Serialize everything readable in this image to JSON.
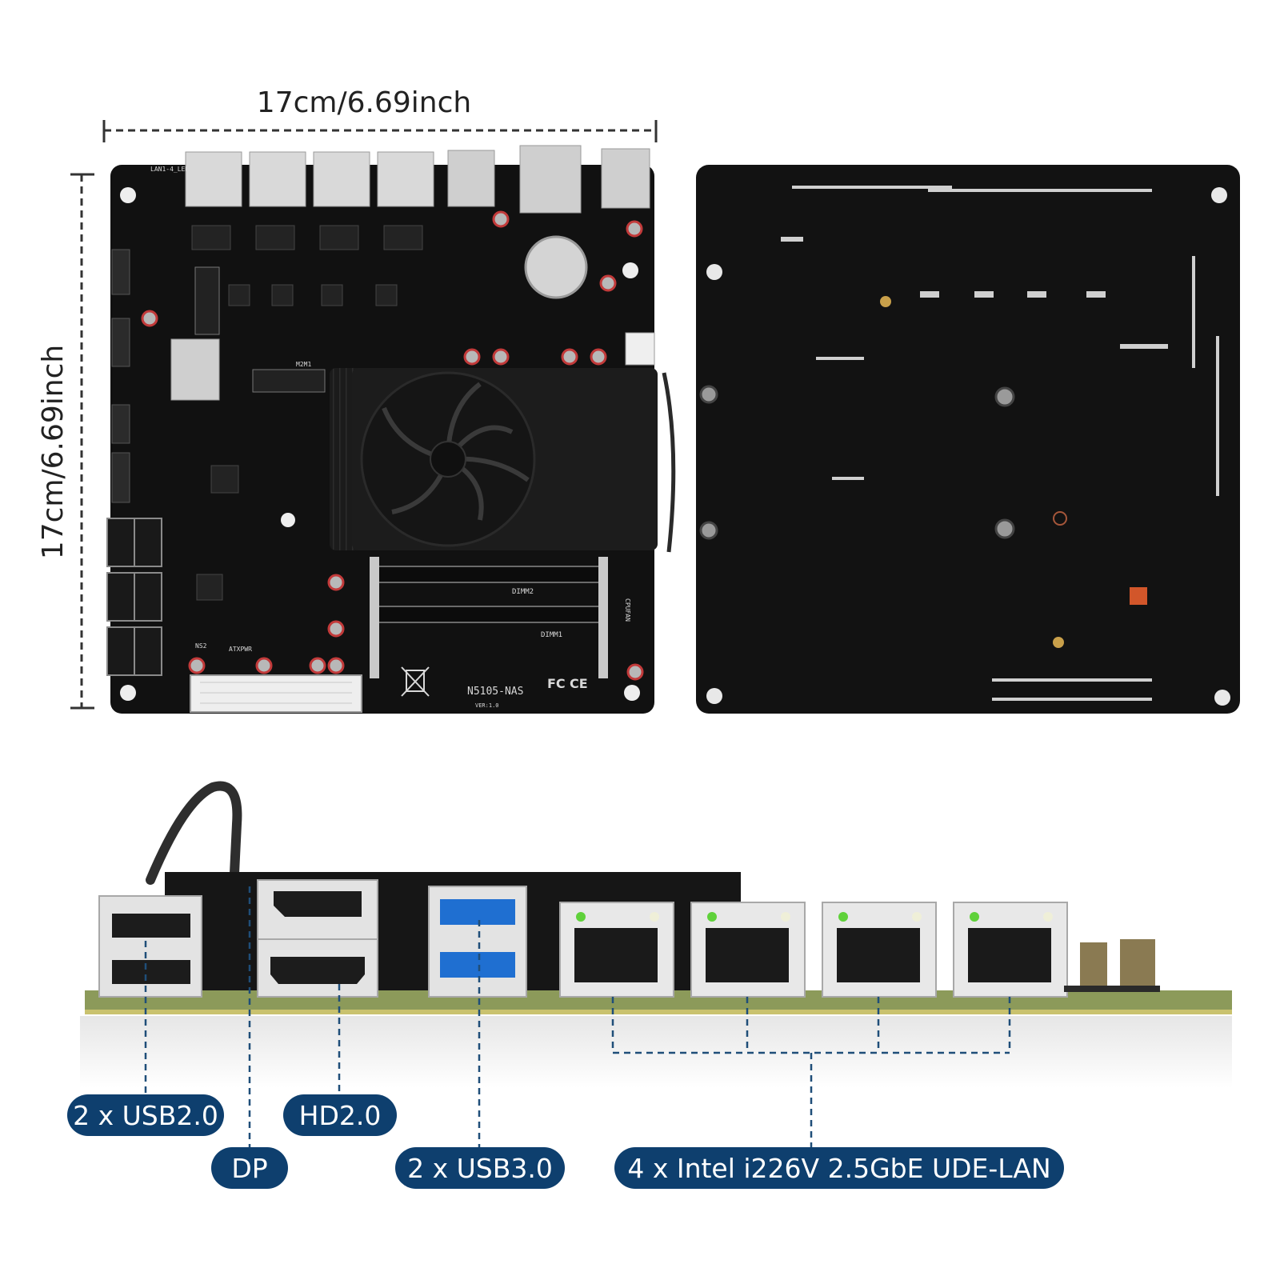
{
  "dimensions": {
    "width_label": "17cm/6.69inch",
    "height_label": "17cm/6.69inch"
  },
  "board": {
    "model": "N5105-NAS",
    "version": "VER:1.0",
    "silkscreen": {
      "lan_led": "LAN1-4_LED",
      "dimm1": "DIMM1",
      "dimm2": "DIMM2",
      "m2": "M2M1",
      "ns2": "NS2",
      "atxpwr": "ATXPWR",
      "cpufan": "CPUFAN",
      "fcc_mark": "FC",
      "ce_mark": "CE"
    }
  },
  "port_labels": {
    "usb2": "2 x USB2.0",
    "dp": "DP",
    "hdmi": "HD2.0",
    "usb3": "2 x USB3.0",
    "lan": "4 x Intel i226V 2.5GbE UDE-LAN"
  },
  "colors": {
    "pill": "#0e3f6e",
    "dash": "#1f4e79",
    "board": "#111111",
    "pcb_edge": "#8c9a5a",
    "usb3_blue": "#1f6fd1",
    "led_green": "#5fd13a"
  }
}
